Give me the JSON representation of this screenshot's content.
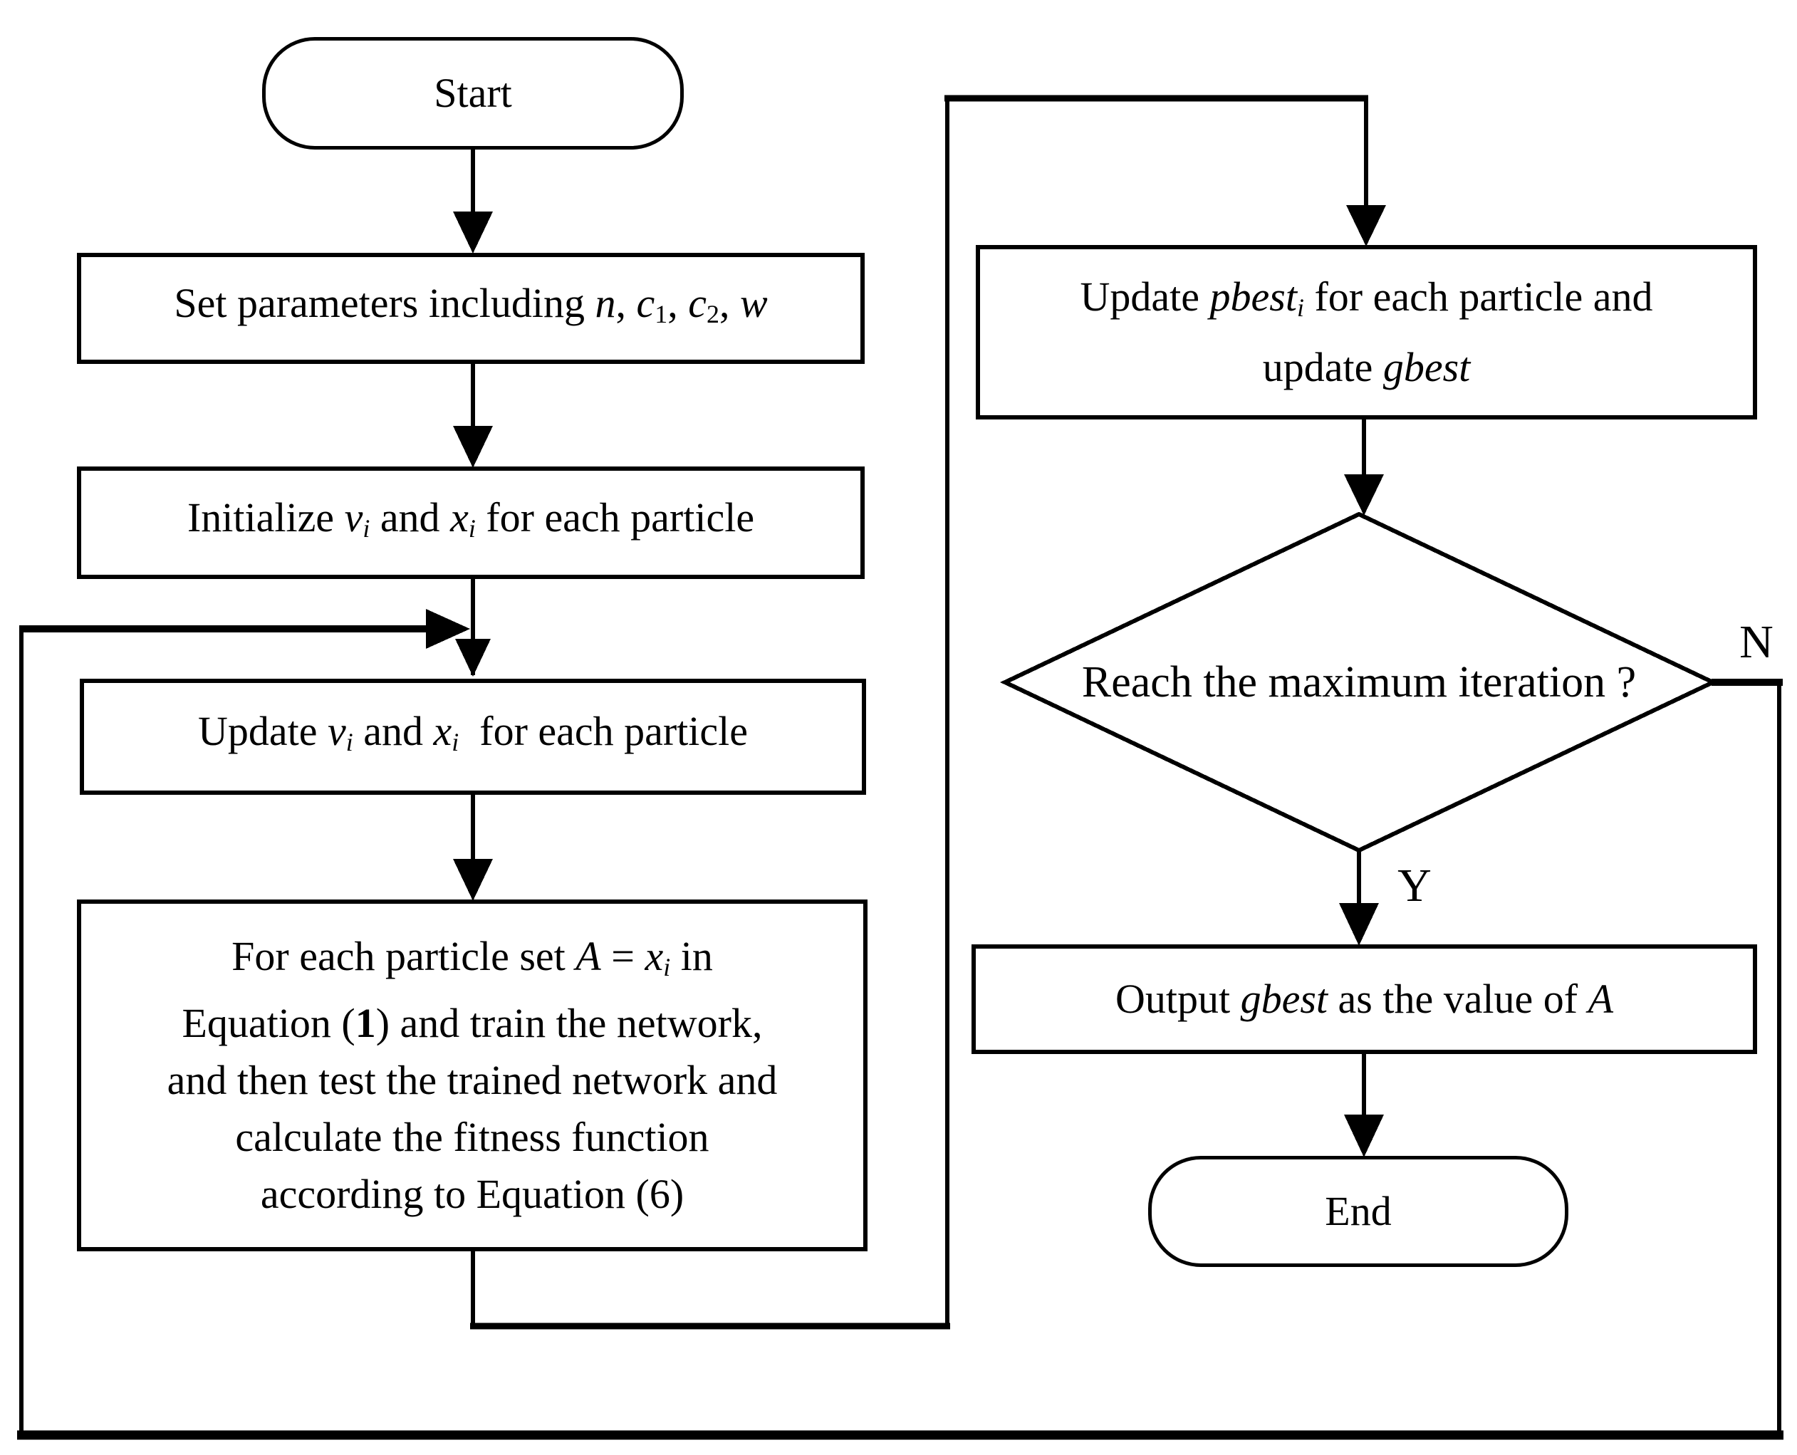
{
  "colors": {
    "ink": "#000000",
    "background": "#ffffff"
  },
  "nodes": {
    "start": {
      "type": "terminator",
      "label": "Start"
    },
    "set_params": {
      "type": "process",
      "parts": [
        {
          "t": "Set parameters including "
        },
        {
          "t": "n",
          "i": true
        },
        {
          "t": ", "
        },
        {
          "t": "c",
          "i": true
        },
        {
          "t": "1",
          "sub": true
        },
        {
          "t": ", "
        },
        {
          "t": "c",
          "i": true
        },
        {
          "t": "2",
          "sub": true
        },
        {
          "t": ", "
        },
        {
          "t": "w",
          "i": true
        }
      ]
    },
    "initialize": {
      "type": "process",
      "parts": [
        {
          "t": "Initialize "
        },
        {
          "t": "v",
          "i": true
        },
        {
          "t": "i",
          "i": true,
          "sub": true
        },
        {
          "t": " and "
        },
        {
          "t": "x",
          "i": true
        },
        {
          "t": "i",
          "i": true,
          "sub": true
        },
        {
          "t": " for each particle"
        }
      ]
    },
    "update_vx": {
      "type": "process",
      "parts": [
        {
          "t": "Update "
        },
        {
          "t": "v",
          "i": true
        },
        {
          "t": "i",
          "i": true,
          "sub": true
        },
        {
          "t": " and "
        },
        {
          "t": "x",
          "i": true
        },
        {
          "t": "i",
          "i": true,
          "sub": true
        },
        {
          "t": "  for each particle"
        }
      ]
    },
    "fitness": {
      "type": "process",
      "lines": [
        [
          {
            "t": "For each particle set "
          },
          {
            "t": "A",
            "i": true
          },
          {
            "t": " = "
          },
          {
            "t": "x",
            "i": true
          },
          {
            "t": "i",
            "i": true,
            "sub": true
          },
          {
            "t": " in"
          }
        ],
        [
          {
            "t": "Equation ("
          },
          {
            "t": "1",
            "b": true
          },
          {
            "t": ") and train the network,"
          }
        ],
        [
          {
            "t": "and then test the trained network and"
          }
        ],
        [
          {
            "t": "calculate the fitness function"
          }
        ],
        [
          {
            "t": "according to Equation (6)"
          }
        ]
      ]
    },
    "update_best": {
      "type": "process",
      "lines": [
        [
          {
            "t": "Update "
          },
          {
            "t": "pbest",
            "i": true
          },
          {
            "t": "i",
            "i": true,
            "sub": true
          },
          {
            "t": " for each particle and"
          }
        ],
        [
          {
            "t": "update "
          },
          {
            "t": "gbest",
            "i": true
          }
        ]
      ]
    },
    "decision": {
      "type": "decision",
      "parts": [
        {
          "t": "Reach the maximum iteration ?"
        }
      ]
    },
    "output": {
      "type": "process",
      "parts": [
        {
          "t": "Output "
        },
        {
          "t": "gbest",
          "i": true
        },
        {
          "t": " as the value of "
        },
        {
          "t": "A",
          "i": true
        }
      ]
    },
    "end": {
      "type": "terminator",
      "label": "End"
    }
  },
  "branch_labels": {
    "yes": "Y",
    "no": "N"
  }
}
